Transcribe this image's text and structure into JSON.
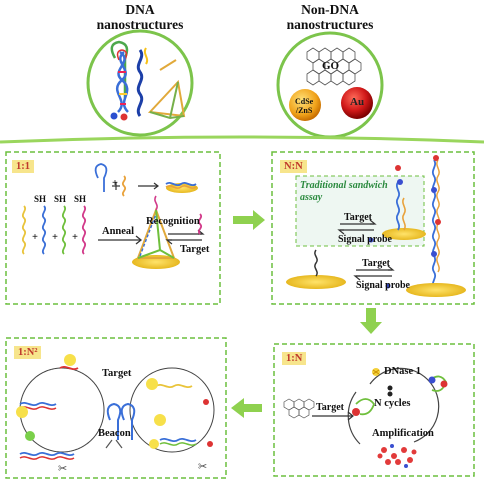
{
  "header": {
    "dna_title_line1": "DNA",
    "dna_title_line2": "nanostructures",
    "nondna_title_line1": "Non-DNA",
    "nondna_title_line2": "nanostructures",
    "go_label": "GO",
    "cdse_label_line1": "CdSe",
    "cdse_label_line2": "/ZnS",
    "au_label": "Au"
  },
  "panel_1_1": {
    "tag": "1:1",
    "sh1": "SH",
    "sh2": "SH",
    "sh3": "SH",
    "anneal": "Anneal",
    "recognition": "Recognition",
    "target": "Target"
  },
  "panel_n_n": {
    "tag": "N:N",
    "sandwich_line1": "Traditional sandwich",
    "sandwich_line2": "assay",
    "target1": "Target",
    "signal_probe1": "Signal probe",
    "target2": "Target",
    "signal_probe2": "Signal probe"
  },
  "panel_1_n": {
    "tag": "1:N",
    "dnase": "DNase 1",
    "n_cycles": "N cycles",
    "target": "Target",
    "amplification": "Amplification"
  },
  "panel_1_n2": {
    "tag": "1:N²",
    "target": "Target",
    "beacon": "Beacon"
  },
  "colors": {
    "green_border": "#6cbf3f",
    "arrow_green": "#8fd14f",
    "tag_bg": "#f7e58c",
    "tag_text": "#c0392b",
    "gold": "#f2cf3a"
  }
}
